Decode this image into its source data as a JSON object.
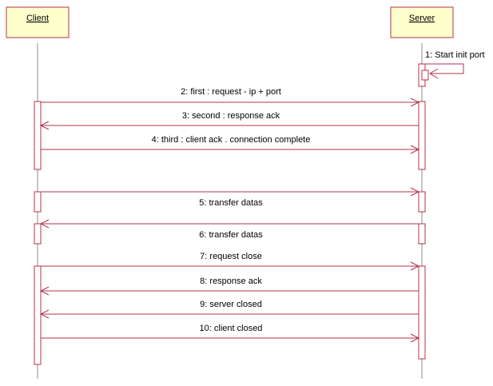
{
  "colors": {
    "box_fill": "#ffffcc",
    "box_stroke": "#b4334b",
    "arrow": "#b4334b",
    "lifeline": "#8c8c8c",
    "text": "#000000"
  },
  "participants": {
    "client": {
      "name": "Client"
    },
    "server": {
      "name": "Server"
    }
  },
  "messages": [
    {
      "label": "1: Start init port"
    },
    {
      "label": "2: first : request - ip + port"
    },
    {
      "label": "3: second : response ack"
    },
    {
      "label": "4: third : client ack . connection complete"
    },
    {
      "label": "5: transfer datas"
    },
    {
      "label": "6: transfer datas"
    },
    {
      "label": "7: request close"
    },
    {
      "label": "8: response ack"
    },
    {
      "label": "9: server closed"
    },
    {
      "label": "10: client closed"
    }
  ]
}
